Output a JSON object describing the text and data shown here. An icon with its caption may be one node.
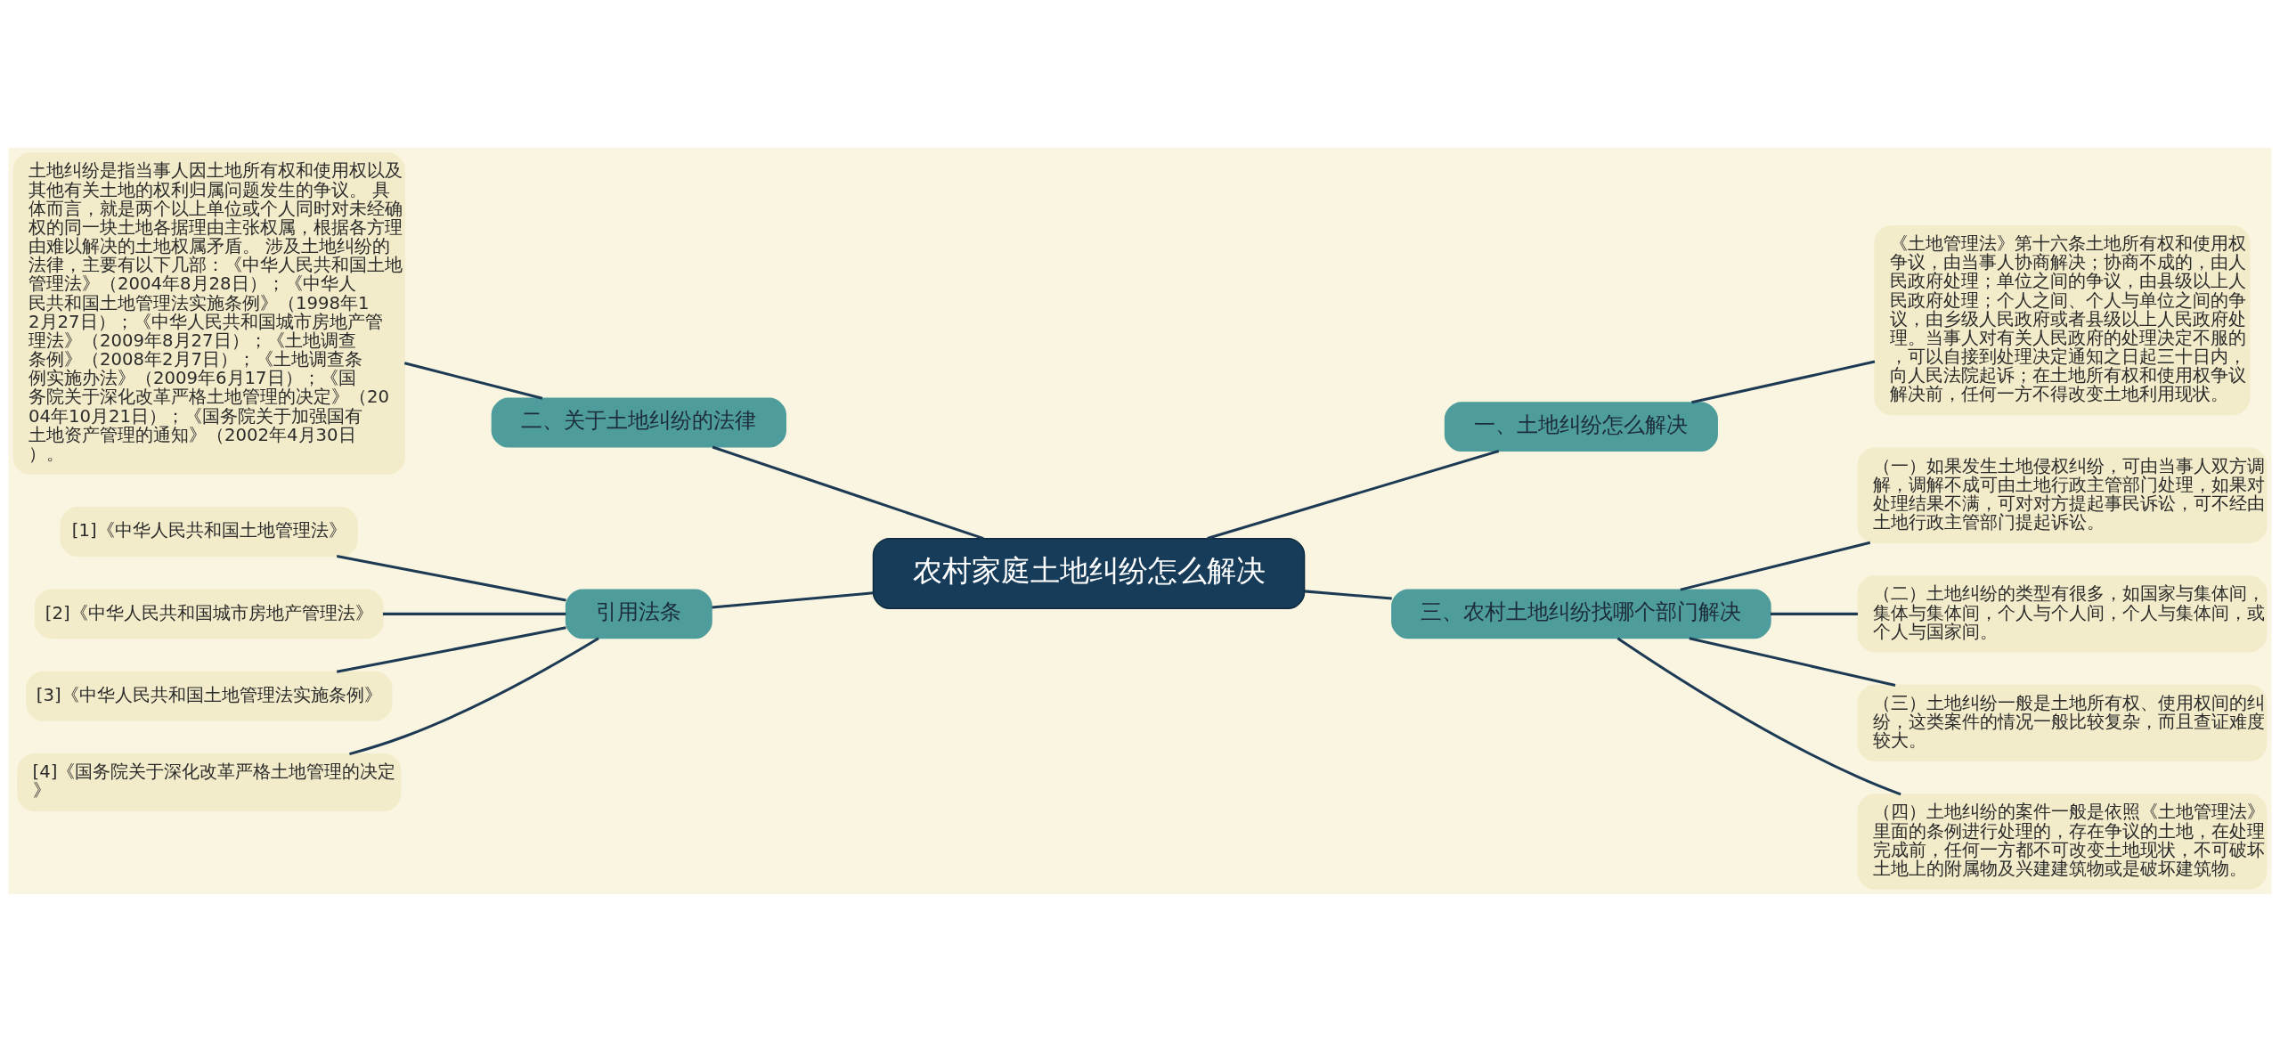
{
  "diagram": {
    "nodes": [
      {
        "text": [
          "农村家庭土地纠纷怎么解决"
        ]
      },
      {
        "text": [
          "一、土地纠纷怎么解决"
        ]
      },
      {
        "text": [
          "《土地管理法》第十六条土地所有权和使用权争议，由当事人协商解决；协商不成的，由人民政府处理；单位之间的争议，由县级以上人民政府处理；个人之间、个人与单位之间的争议，由乡级人民政府或者县级以上人民政府处理。当事人对有关人民政府的处理决定不服的，可以自接到处理决定通知之日起三十日内，向人民法院起诉；在土地所有权和使用权争议解决前，任何一方不得改变土地利用现状。"
        ]
      },
      {
        "text": [
          "二、关于土地纠纷的法律"
        ]
      },
      {
        "text": [
          "土地纠纷是指当事人因土地所有权和使用权以及其他有关土地的权利归属问题发生的争议。 具体而言，就是两个以上单位或个人同时对未经确权的同一块土地各据理由主张权属，根据各方理由难以解决的土地权属矛盾。 涉及土地纠纷的法律，主要有以下几部：《中华人民共和国土地管理法》（2004年8月28日）；《中华人民共和国土地管理法实施条例》（1998年12月27日）；《中华人民共和国城市房地产管理法》（2009年8月27日）；《土地调查条例》（2008年2月7日）；《土地调查条例实施办法》（2009年6月17日）；《国务院关于深化改革严格土地管理的决定》（2004年10月21日）；《国务院关于加强国有土地资产管理的通知》（2002年4月30日）。"
        ]
      },
      {
        "text": [
          "三、农村土地纠纷找哪个部门解决"
        ]
      },
      {
        "text": [
          "（一）如果发生土地侵权纠纷，可由当事人双方调解，调解不成可由土地行政主管部门处理，如果对处理结果不满，可对对方提起事民诉讼，可不经由土地行政主管部门提起诉讼。"
        ]
      },
      {
        "text": [
          "（二）土地纠纷的类型有很多，如国家与集体间，集体与集体间，个人与个人间，个人与集体间，或个人与国家间。"
        ]
      },
      {
        "text": [
          "（三）土地纠纷一般是土地所有权、使用权间的纠纷，这类案件的情况一般比较复杂，而且查证难度较大。"
        ]
      },
      {
        "text": [
          "（四）土地纠纷的案件一般是依照《土地管理法》里面的条例进行处理的，存在争议的土地，在处理完成前，任何一方都不可改变土地现状，不可破坏土地上的附属物及兴建建筑物或是破坏建筑物。"
        ]
      },
      {
        "text": [
          "引用法条"
        ]
      },
      {
        "text": [
          "[1]《中华人民共和国土地管理法》"
        ]
      },
      {
        "text": [
          "[2]《中华人民共和国城市房地产管理法》"
        ]
      },
      {
        "text": [
          "[3]《中华人民共和国土地管理法实施条例》"
        ]
      },
      {
        "text": [
          "[4]《国务院关于深化改革严格土地管理的决定》"
        ]
      }
    ],
    "edges": [
      {
        "from": 0,
        "to": 1,
        "arrow": "none"
      },
      {
        "from": 1,
        "to": 2,
        "arrow": "none"
      },
      {
        "from": 0,
        "to": 3,
        "arrow": "none"
      },
      {
        "from": 3,
        "to": 4,
        "arrow": "none"
      },
      {
        "from": 0,
        "to": 5,
        "arrow": "none"
      },
      {
        "from": 5,
        "to": 6,
        "arrow": "none"
      },
      {
        "from": 5,
        "to": 7,
        "arrow": "none"
      },
      {
        "from": 5,
        "to": 8,
        "arrow": "none"
      },
      {
        "from": 5,
        "to": 9,
        "arrow": "none"
      },
      {
        "from": 0,
        "to": 10,
        "arrow": "none"
      },
      {
        "from": 10,
        "to": 11,
        "arrow": "none"
      },
      {
        "from": 10,
        "to": 12,
        "arrow": "none"
      },
      {
        "from": 10,
        "to": 13,
        "arrow": "none"
      },
      {
        "from": 10,
        "to": 14,
        "arrow": "none"
      }
    ]
  }
}
